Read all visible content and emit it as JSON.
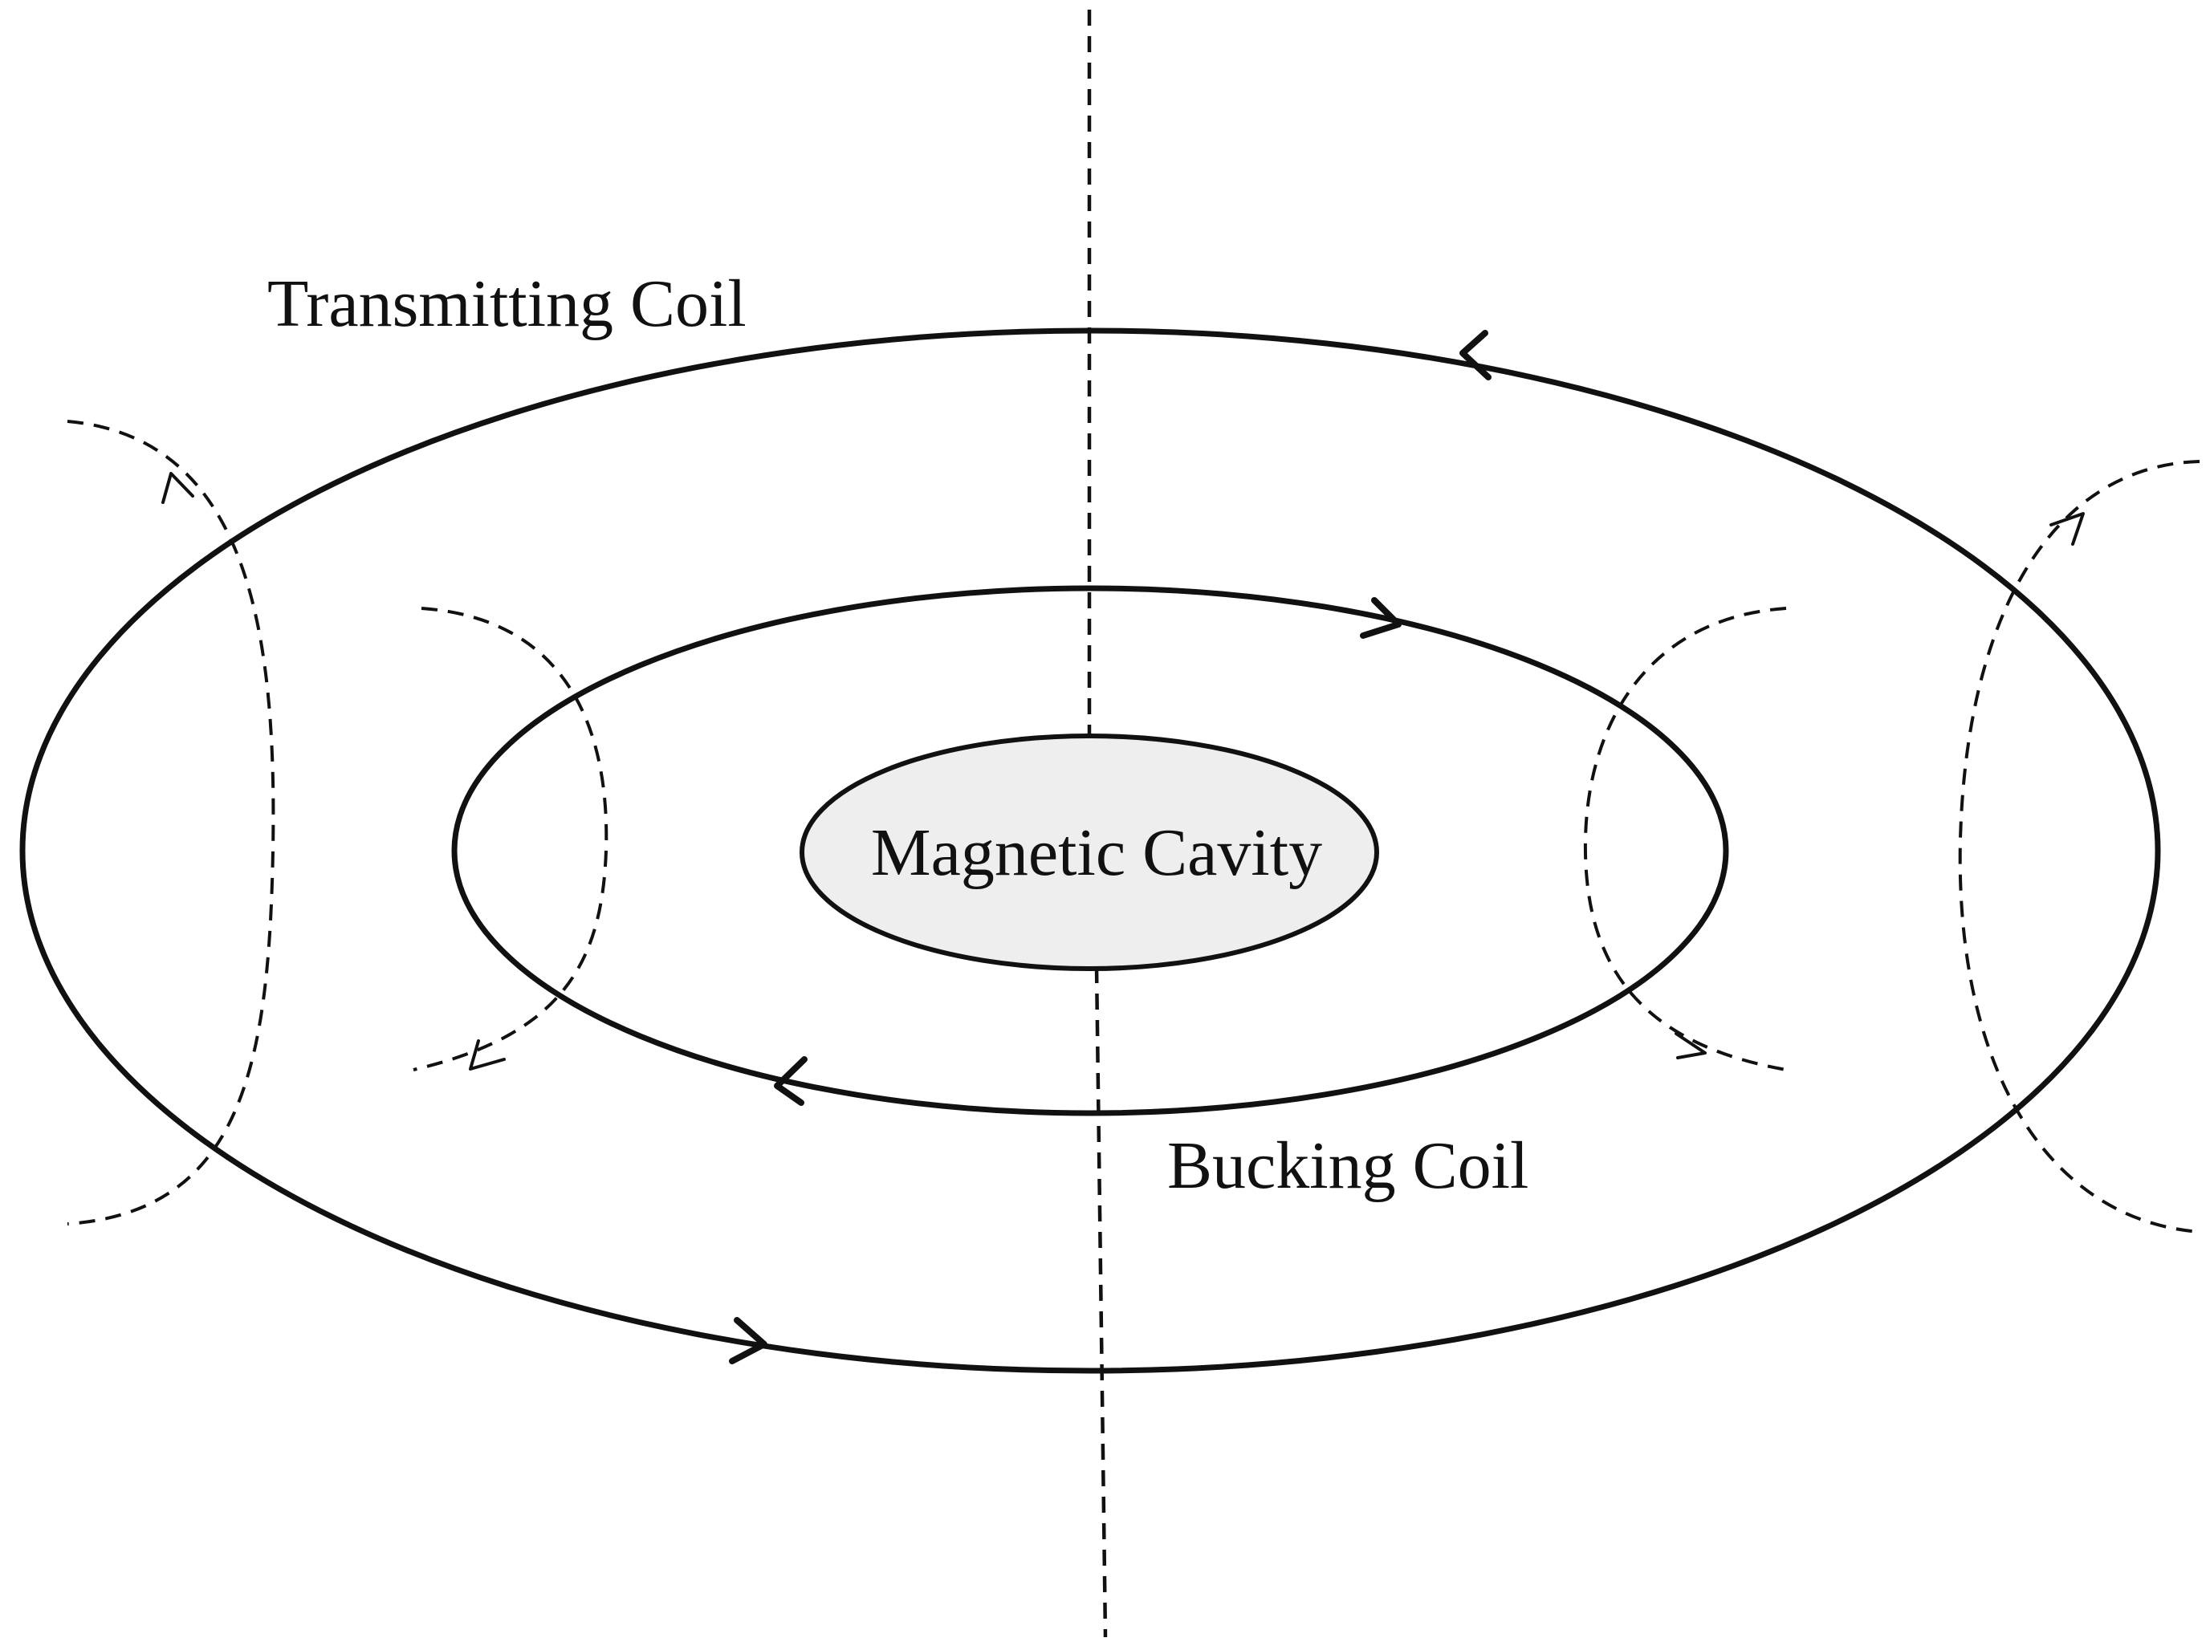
{
  "diagram": {
    "labels": {
      "transmitting_coil": "Transmitting Coil",
      "bucking_coil": "Bucking Coil",
      "magnetic_cavity": "Magnetic Cavity"
    },
    "colors": {
      "line": "#111111",
      "cavity_fill": "#eeeeee",
      "background": "#ffffff"
    }
  }
}
